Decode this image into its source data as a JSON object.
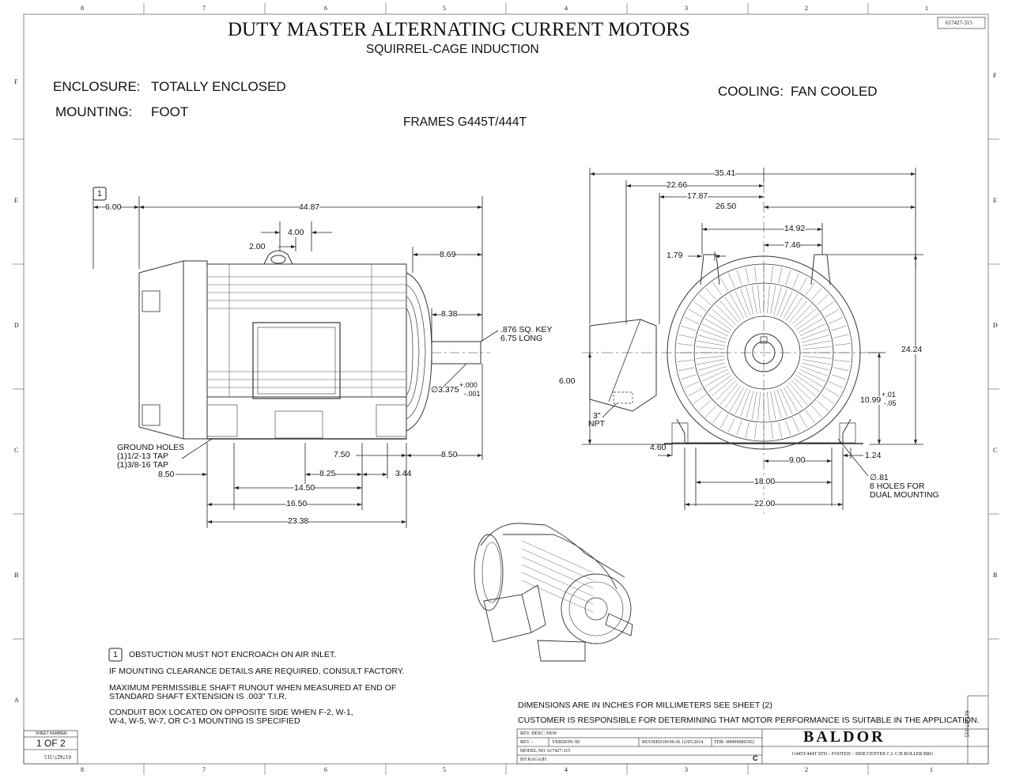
{
  "border_zones": {
    "columns": [
      "8",
      "7",
      "6",
      "5",
      "4",
      "3",
      "2",
      "1"
    ],
    "rows": [
      "F",
      "E",
      "D",
      "C",
      "B",
      "A"
    ]
  },
  "drawing_number": "617427-315",
  "title": "DUTY MASTER ALTERNATING CURRENT MOTORS",
  "subtitle": "SQUIRREL-CAGE INDUCTION",
  "specs": {
    "enclosure_label": "ENCLOSURE:",
    "enclosure_value": "TOTALLY ENCLOSED",
    "mounting_label": "MOUNTING:",
    "mounting_value": "FOOT",
    "cooling_label": "COOLING:",
    "cooling_value": "FAN COOLED",
    "frames": "FRAMES G445T/444T"
  },
  "side_view_dims": {
    "callout": "1",
    "d600": "6.00",
    "d4487": "44.87",
    "d400": "4.00",
    "d200": "2.00",
    "d869": "8.69",
    "d838": "8.38",
    "key1": ".876 SQ. KEY",
    "key2": "6.75 LONG",
    "shaft_dia": "∅3.375",
    "shaft_tol_top": "+.000",
    "shaft_tol_bot": "-.001",
    "ground1": "GROUND HOLES",
    "ground2": "(1)1/2-13 TAP",
    "ground3": "(1)3/8-16 TAP",
    "d850a": "8.50",
    "d750": "7.50",
    "d850b": "8.50",
    "d825": "8.25",
    "d344": "3.44",
    "d1450": "14.50",
    "d1650": "16.50",
    "d2338": "23.38"
  },
  "end_view_dims": {
    "d3541": "35.41",
    "d2266": "22.66",
    "d1787": "17.87",
    "d2650": "26.50",
    "d1492": "14.92",
    "d746": "7.46",
    "d179": "1.79",
    "d2424": "24.24",
    "d600": "6.00",
    "npt1": "3\"",
    "npt2": "NPT",
    "d1099": "10.99",
    "d1099_top": "+.01",
    "d1099_bot": "-.05",
    "d460": "4.60",
    "d124": "1.24",
    "d900": "9.00",
    "d1800": "18.00",
    "d2200": "22.00",
    "hole1": "∅.81",
    "hole2": "8 HOLES FOR",
    "hole3": "DUAL MOUNTING"
  },
  "notes": {
    "callout": "1",
    "n1": "OBSTUCTION MUST NOT ENCROACH ON AIR INLET.",
    "n2": "IF MOUNTING CLEARANCE DETAILS ARE REQUIRED, CONSULT FACTORY.",
    "n3a": "MAXIMUM PERMISSIBLE SHAFT RUNOUT WHEN MEASURED AT END OF",
    "n3b": "STANDARD SHAFT EXTENSION IS .003\" T.I.R.",
    "n4a": "CONDUIT BOX LOCATED ON OPPOSITE SIDE WHEN F-2, W-1,",
    "n4b": "W-4, W-5, W-7, OR C-1 MOUNTING IS SPECIFIED"
  },
  "footer_notes": {
    "units": "DIMENSIONS ARE IN INCHES FOR MILLIMETERS SEE SHEET (2)",
    "responsibility": "CUSTOMER IS RESPONSIBLE FOR DETERMINING THAT MOTOR PERFORMANCE IS SUITABLE IN THE APPLICATION."
  },
  "sheet": {
    "label": "SHEET NUMBER",
    "value": "1 OF 2",
    "mirrored": "617427-315"
  },
  "title_block": {
    "rev_desc": "REV. DESC: NEW",
    "rev": "REV.  -",
    "version": "VERSION:  00",
    "revised": "REVISED:09:06:36 12/05/2014",
    "tdr": "TDR: 000000881952",
    "model": "MODEL NO.  617427-315",
    "by": "BY:RAGAJH",
    "size": "C",
    "brand": "BALDOR",
    "description": "G445T/444T STD – FOOTED – SIDE/CENTER C.I. C/B ROLLER BRG",
    "side_number": "617427-315"
  }
}
